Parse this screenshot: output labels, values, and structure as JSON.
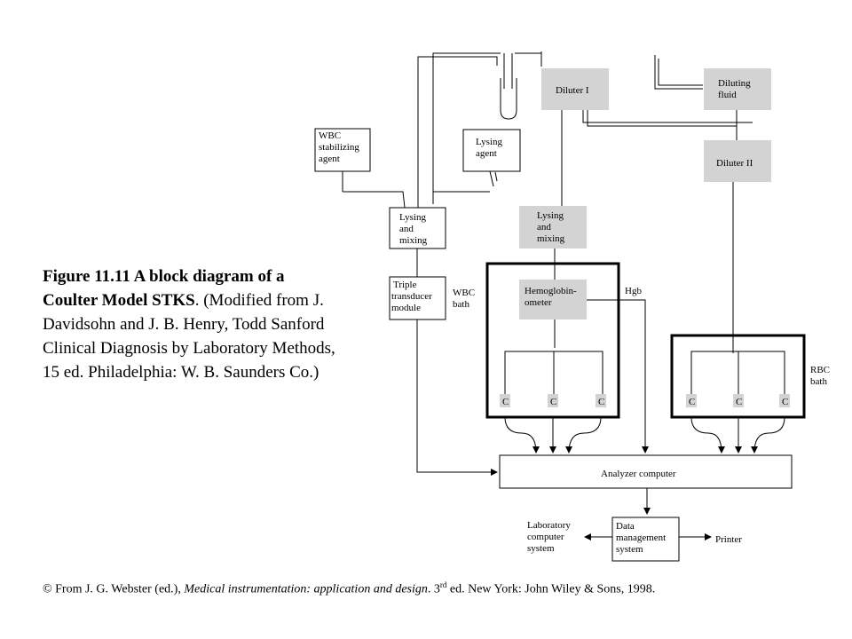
{
  "caption": {
    "title": "Figure 11.11 A block diagram of a Coulter Model STKS",
    "rest": ". (Modified from J. Davidsohn and J. B. Henry, Todd Sanford Clinical Diagnosis by Laboratory Methods, 15 ed. Philadelphia: W. B. Saunders Co.)"
  },
  "credit": {
    "prefix": "© From J. G. Webster (ed.), ",
    "book": "Medical instrumentation: application and design",
    "mid": ". 3",
    "sup": "rd",
    "suffix": " ed. New York: John Wiley & Sons, 1998."
  },
  "diagram": {
    "diluter_1": "Diluter I",
    "diluting_fluid": [
      "Diluting",
      "fluid"
    ],
    "diluter_2": "Diluter II",
    "wbc_stabilizing": [
      "WBC",
      "stabilizing",
      "agent"
    ],
    "lysing_agent": [
      "Lysing",
      "agent"
    ],
    "lysing_mixing_left": [
      "Lysing",
      "and",
      "mixing"
    ],
    "lysing_mixing_right": [
      "Lysing",
      "and",
      "mixing"
    ],
    "triple_transducer": [
      "Triple",
      "transducer",
      "module"
    ],
    "wbc_bath": [
      "WBC",
      "bath"
    ],
    "hemoglobinometer": [
      "Hemoglobin-",
      "ometer"
    ],
    "hgb": "Hgb",
    "rbc_bath": [
      "RBC",
      "bath"
    ],
    "counter_label": "C",
    "analyzer": "Analyzer computer",
    "lab_system": [
      "Laboratory",
      "computer",
      "system"
    ],
    "data_mgmt": [
      "Data",
      "management",
      "system"
    ],
    "printer": "Printer"
  }
}
